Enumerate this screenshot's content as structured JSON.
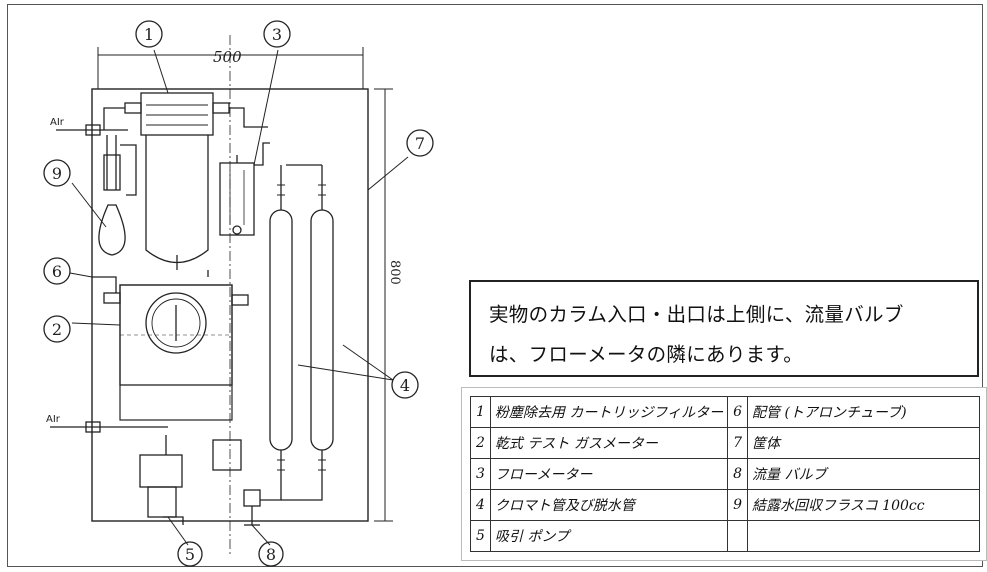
{
  "diagram": {
    "dim_width": "500",
    "dim_height": "800",
    "air_in_label": "AIr",
    "air_out_label": "AIr",
    "callouts": [
      "1",
      "2",
      "3",
      "4",
      "5",
      "6",
      "7",
      "8",
      "9"
    ]
  },
  "note": {
    "line1": "実物のカラム入口・出口は上側に、流量バルブ",
    "line2": "は、フローメータの隣にあります。"
  },
  "parts_table": {
    "rows": [
      {
        "num_left": "1",
        "name_left": "粉塵除去用 カートリッジフィルター",
        "num_right": "6",
        "name_right": "配管 (トアロンチューブ)"
      },
      {
        "num_left": "2",
        "name_left": "乾式 テスト ガスメーター",
        "num_right": "7",
        "name_right": "筐体"
      },
      {
        "num_left": "3",
        "name_left": "フローメーター",
        "num_right": "8",
        "name_right": "流量 バルブ"
      },
      {
        "num_left": "4",
        "name_left": "クロマト管及び脱水管",
        "num_right": "9",
        "name_right": "結露水回収フラスコ 100cc"
      },
      {
        "num_left": "5",
        "name_left": "吸引 ポンプ",
        "num_right": "",
        "name_right": ""
      }
    ]
  }
}
